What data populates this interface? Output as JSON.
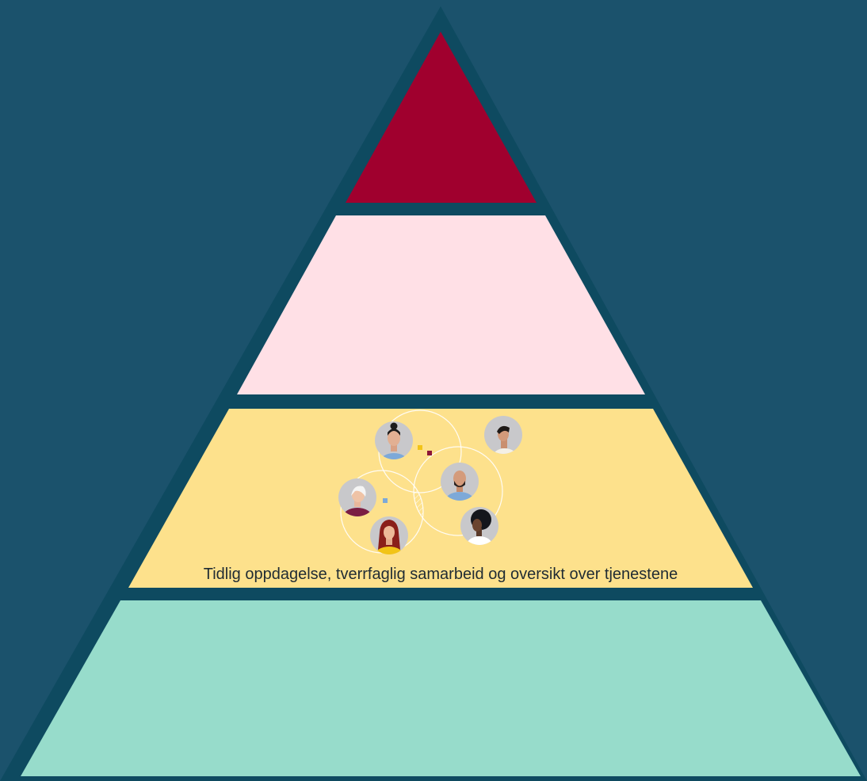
{
  "colors": {
    "background": "#1b526c",
    "outline": "#0e4a60",
    "level_top": "#a0002e",
    "level_upper_middle": "#ffe0e6",
    "level_lower_middle": "#fde18c",
    "level_base": "#97dccb",
    "accent_yellow": "#f2c417",
    "accent_burgundy": "#8c1537",
    "accent_blue": "#7da9d8",
    "avatar_bg": "#c8c8cb"
  },
  "pyramid": {
    "levels": [
      {
        "id": "top",
        "caption": ""
      },
      {
        "id": "upper-middle",
        "caption": ""
      },
      {
        "id": "lower-middle",
        "caption": "Tidlig oppdagelse, tverrfaglig samarbeid og oversikt over tjenestene"
      },
      {
        "id": "base",
        "caption": ""
      }
    ]
  },
  "illustration": {
    "icon": "people-network-icon"
  }
}
